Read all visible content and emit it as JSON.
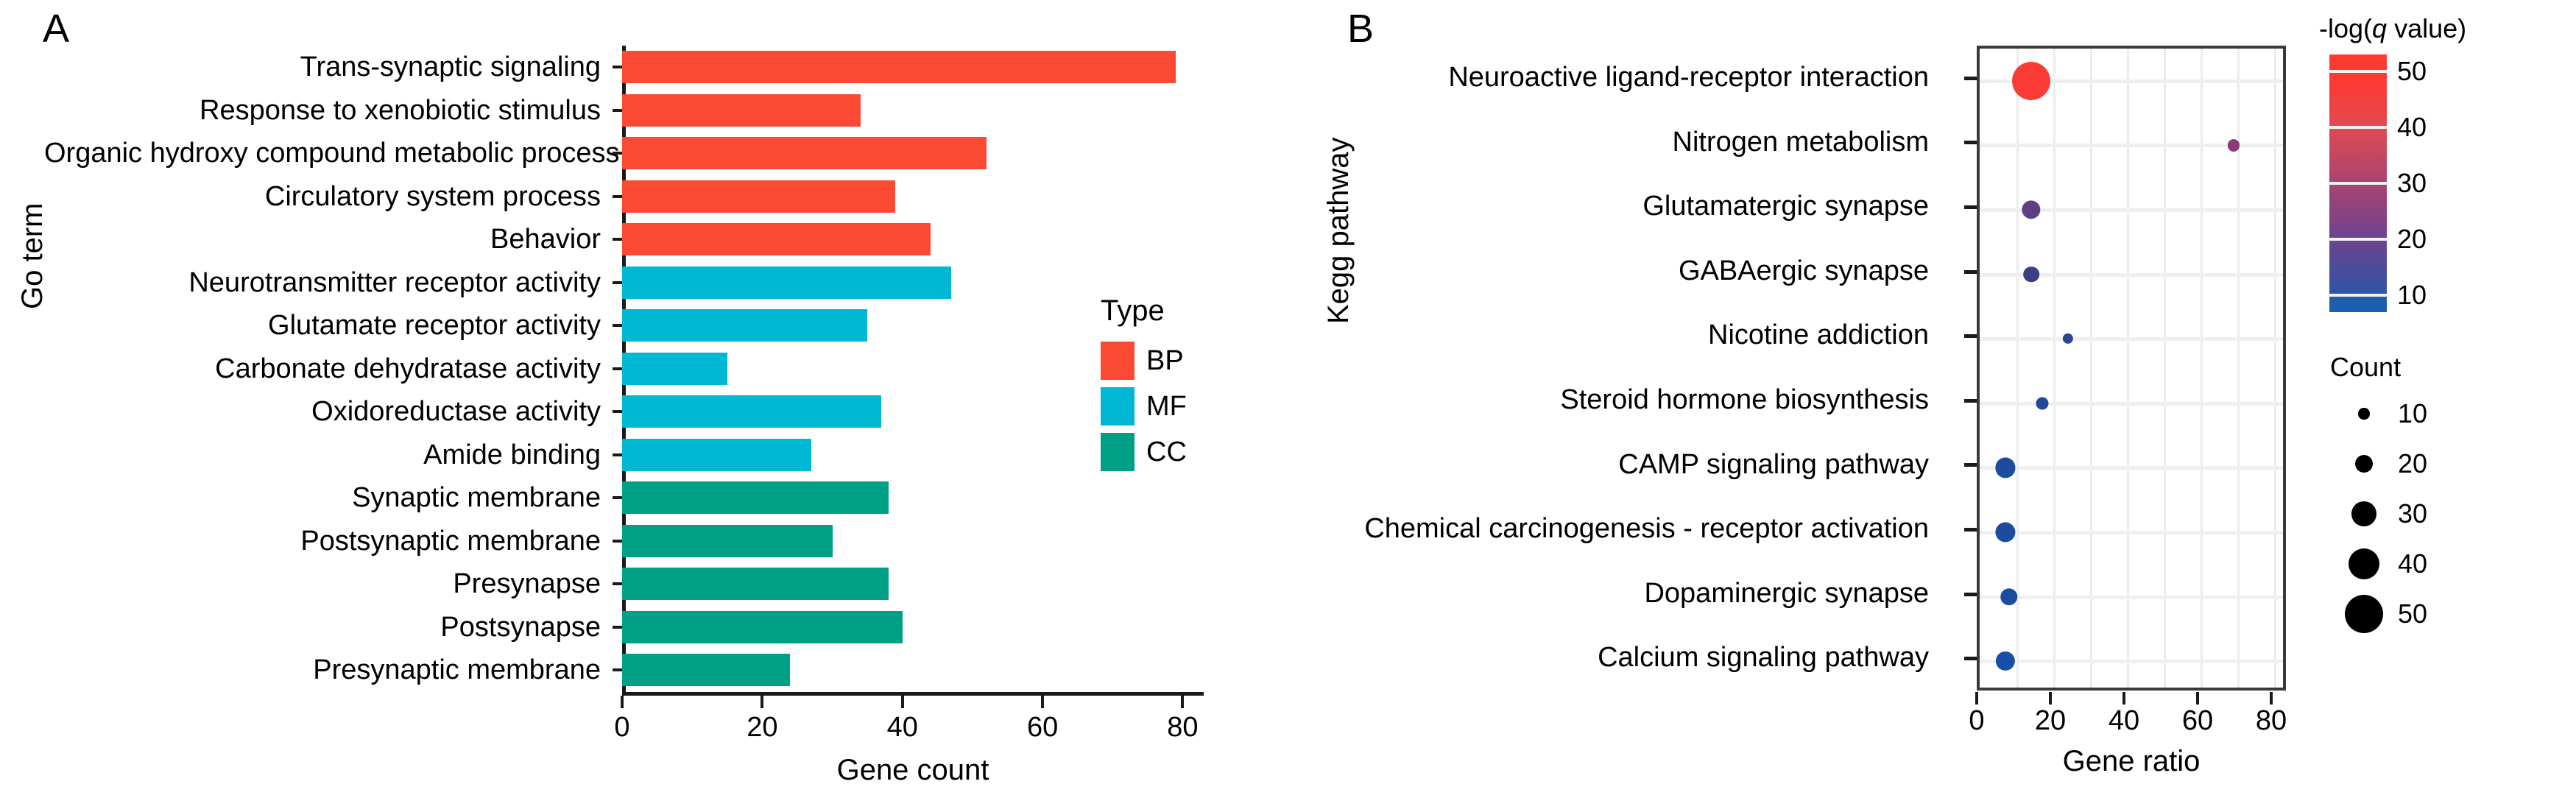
{
  "panels": {
    "a": {
      "letter": "A",
      "ylabel": "Go term",
      "xlabel": "Gene count",
      "legend_title": "Type"
    },
    "b": {
      "letter": "B",
      "ylabel": "Kegg pathway",
      "xlabel": "Gene ratio",
      "color_legend_title_pre": "-log(",
      "color_legend_title_italic": "q",
      "color_legend_title_post": " value)",
      "size_legend_title": "Count"
    }
  },
  "chart_data": [
    {
      "type": "bar",
      "title": "",
      "xlabel": "Gene count",
      "ylabel": "Go term",
      "xlim": [
        0,
        83
      ],
      "xticks": [
        0,
        20,
        40,
        60,
        80
      ],
      "orientation": "horizontal",
      "grid": false,
      "legend_position": "right",
      "legend_title": "Type",
      "legend": [
        {
          "label": "BP",
          "color": "#fb4a34"
        },
        {
          "label": "MF",
          "color": "#00b8d4"
        },
        {
          "label": "CC",
          "color": "#00a087"
        }
      ],
      "categories": [
        "Trans-synaptic signaling",
        "Response to xenobiotic stimulus",
        "Organic hydroxy compound metabolic process",
        "Circulatory system process",
        "Behavior",
        "Neurotransmitter receptor activity",
        "Glutamate receptor activity",
        "Carbonate dehydratase activity",
        "Oxidoreductase activity",
        "Amide binding",
        "Synaptic membrane",
        "Postsynaptic membrane",
        "Presynapse",
        "Postsynapse",
        "Presynaptic membrane"
      ],
      "values": [
        79,
        34,
        52,
        39,
        44,
        47,
        35,
        15,
        37,
        27,
        38,
        30,
        38,
        40,
        24
      ],
      "group": [
        "BP",
        "BP",
        "BP",
        "BP",
        "BP",
        "MF",
        "MF",
        "MF",
        "MF",
        "MF",
        "CC",
        "CC",
        "CC",
        "CC",
        "CC"
      ]
    },
    {
      "type": "scatter",
      "title": "",
      "xlabel": "Gene ratio",
      "ylabel": "Kegg pathway",
      "xlim": [
        0,
        84
      ],
      "xticks": [
        0,
        20,
        40,
        60,
        80
      ],
      "grid": true,
      "legend_position": "right",
      "color_legend_title": "-log(q value)",
      "color_legend_ticks": [
        10,
        20,
        30,
        40,
        50
      ],
      "color_scale_low": "#1062b4",
      "color_scale_high": "#ff3b30",
      "size_legend_title": "Count",
      "size_legend_values": [
        10,
        20,
        30,
        40,
        50
      ],
      "categories": [
        "Neuroactive ligand-receptor interaction",
        "Nitrogen metabolism",
        "Glutamatergic synapse",
        "GABAergic synapse",
        "Nicotine addiction",
        "Steroid hormone biosynthesis",
        "CAMP signaling pathway",
        "Chemical carcinogenesis - receptor activation",
        "Dopaminergic synapse",
        "Calcium signaling pathway"
      ],
      "points": [
        {
          "label": "Neuroactive ligand-receptor interaction",
          "x": 14,
          "count": 50,
          "qlog": 52,
          "color": "#fb3b35"
        },
        {
          "label": "Nitrogen metabolism",
          "x": 69,
          "count": 11,
          "qlog": 25,
          "color": "#8e3a76"
        },
        {
          "label": "Glutamatergic synapse",
          "x": 14,
          "count": 21,
          "qlog": 22,
          "color": "#5c3f84"
        },
        {
          "label": "GABAergic synapse",
          "x": 14,
          "count": 17,
          "qlog": 15,
          "color": "#3a3f86"
        },
        {
          "label": "Nicotine addiction",
          "x": 24,
          "count": 9,
          "qlog": 13,
          "color": "#2b4593"
        },
        {
          "label": "Steroid hormone biosynthesis",
          "x": 17,
          "count": 12,
          "qlog": 12,
          "color": "#23479a"
        },
        {
          "label": "CAMP signaling pathway",
          "x": 7,
          "count": 23,
          "qlog": 10,
          "color": "#1d4b9e"
        },
        {
          "label": "Chemical carcinogenesis - receptor activation",
          "x": 7,
          "count": 23,
          "qlog": 10,
          "color": "#1d4b9e"
        },
        {
          "label": "Dopaminergic synapse",
          "x": 8,
          "count": 19,
          "qlog": 10,
          "color": "#1a4da2"
        },
        {
          "label": "Calcium signaling pathway",
          "x": 7,
          "count": 22,
          "qlog": 9,
          "color": "#154fa8"
        }
      ]
    }
  ]
}
